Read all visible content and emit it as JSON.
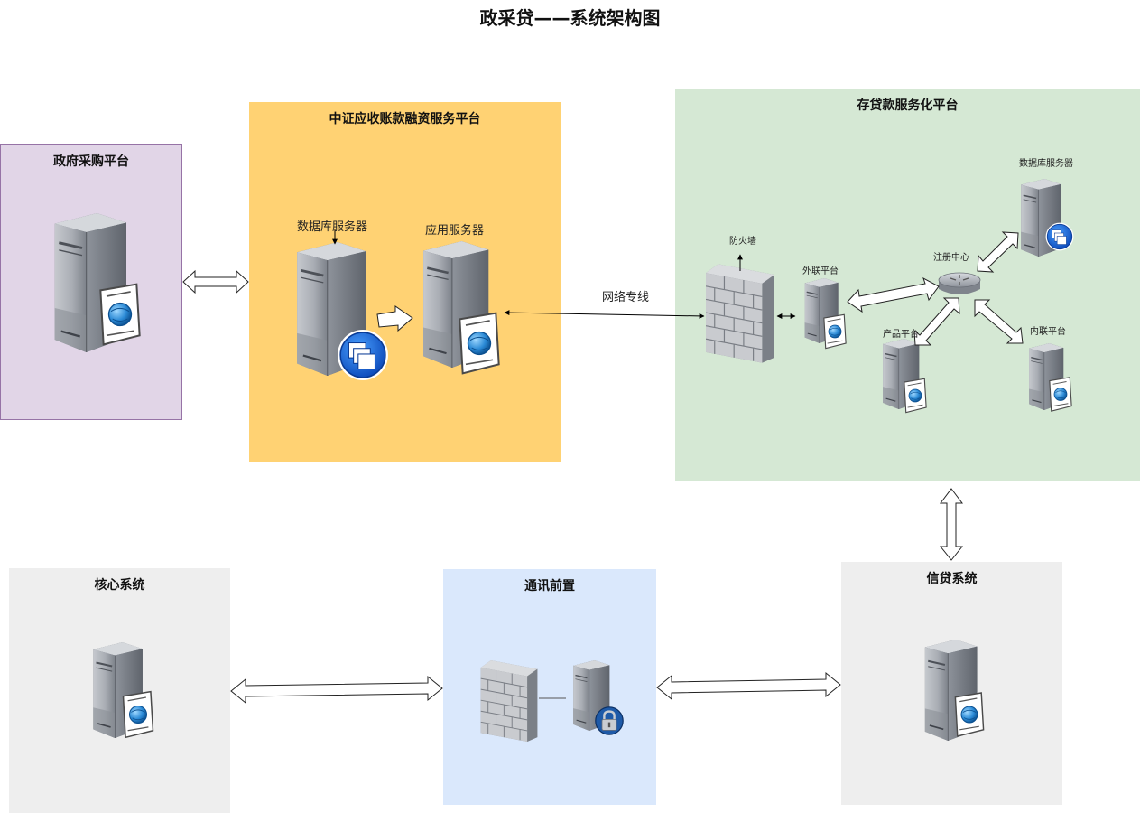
{
  "title": "政采贷——系统架构图",
  "panels": {
    "gov": {
      "label": "政府采购平台",
      "fill": "#e1d5e7",
      "border": "#9673a6"
    },
    "zz": {
      "label": "中证应收账款融资服务平台",
      "fill": "#ffd273"
    },
    "cd": {
      "label": "存贷款服务化平台",
      "fill": "#d5e8d4"
    },
    "core": {
      "label": "核心系统",
      "fill": "#eeeeee"
    },
    "comm": {
      "label": "通讯前置",
      "fill": "#dae8fc"
    },
    "credit": {
      "label": "信贷系统",
      "fill": "#eeeeee"
    }
  },
  "labels": {
    "zz_db": "数据库服务器",
    "zz_app": "应用服务器",
    "network_line": "网络专线",
    "firewall": "防火墙",
    "external": "外联平台",
    "registry": "注册中心",
    "cd_db": "数据库服务器",
    "product": "产品平台",
    "internal": "内联平台"
  }
}
